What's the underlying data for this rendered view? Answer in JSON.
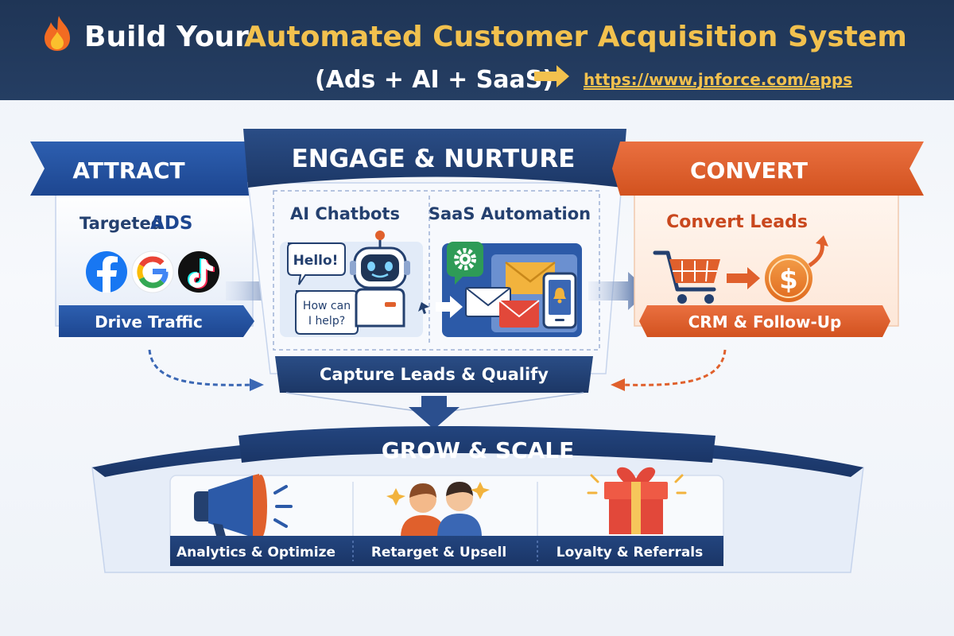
{
  "header": {
    "title_part1": "Build Your",
    "title_part2": "Automated Customer Acquisition System",
    "subtitle": "(Ads + AI + SaaS)",
    "url": "https://www.jnforce.com/apps",
    "fire_icon": "fire-icon",
    "arrow_icon": "arrow-right-icon"
  },
  "attract": {
    "title": "ATTRACT",
    "subtitle_prefix": "Targeted",
    "subtitle_bold": "ADS",
    "footer": "Drive Traffic",
    "icons": [
      "facebook-icon",
      "google-icon",
      "tiktok-icon"
    ]
  },
  "engage": {
    "title": "ENGAGE & NURTURE",
    "left_label": "AI Chatbots",
    "right_label": "SaaS Automation",
    "bubble1": "Hello!",
    "bubble2_line1": "How can",
    "bubble2_line2": "I help?",
    "footer": "Capture Leads & Qualify"
  },
  "convert": {
    "title": "CONVERT",
    "subtitle": "Convert Leads",
    "footer": "CRM & Follow-Up"
  },
  "grow": {
    "title": "GROW & SCALE",
    "items": [
      {
        "label": "Analytics & Optimize",
        "icon": "megaphone-icon"
      },
      {
        "label": "Retarget & Upsell",
        "icon": "people-icon"
      },
      {
        "label": "Loyalty & Referrals",
        "icon": "gift-icon"
      }
    ]
  },
  "colors": {
    "navy": "#1f3556",
    "blue": "#2b5aa8",
    "orange": "#e0602c",
    "gold": "#f2c14e",
    "green": "#34a853"
  }
}
